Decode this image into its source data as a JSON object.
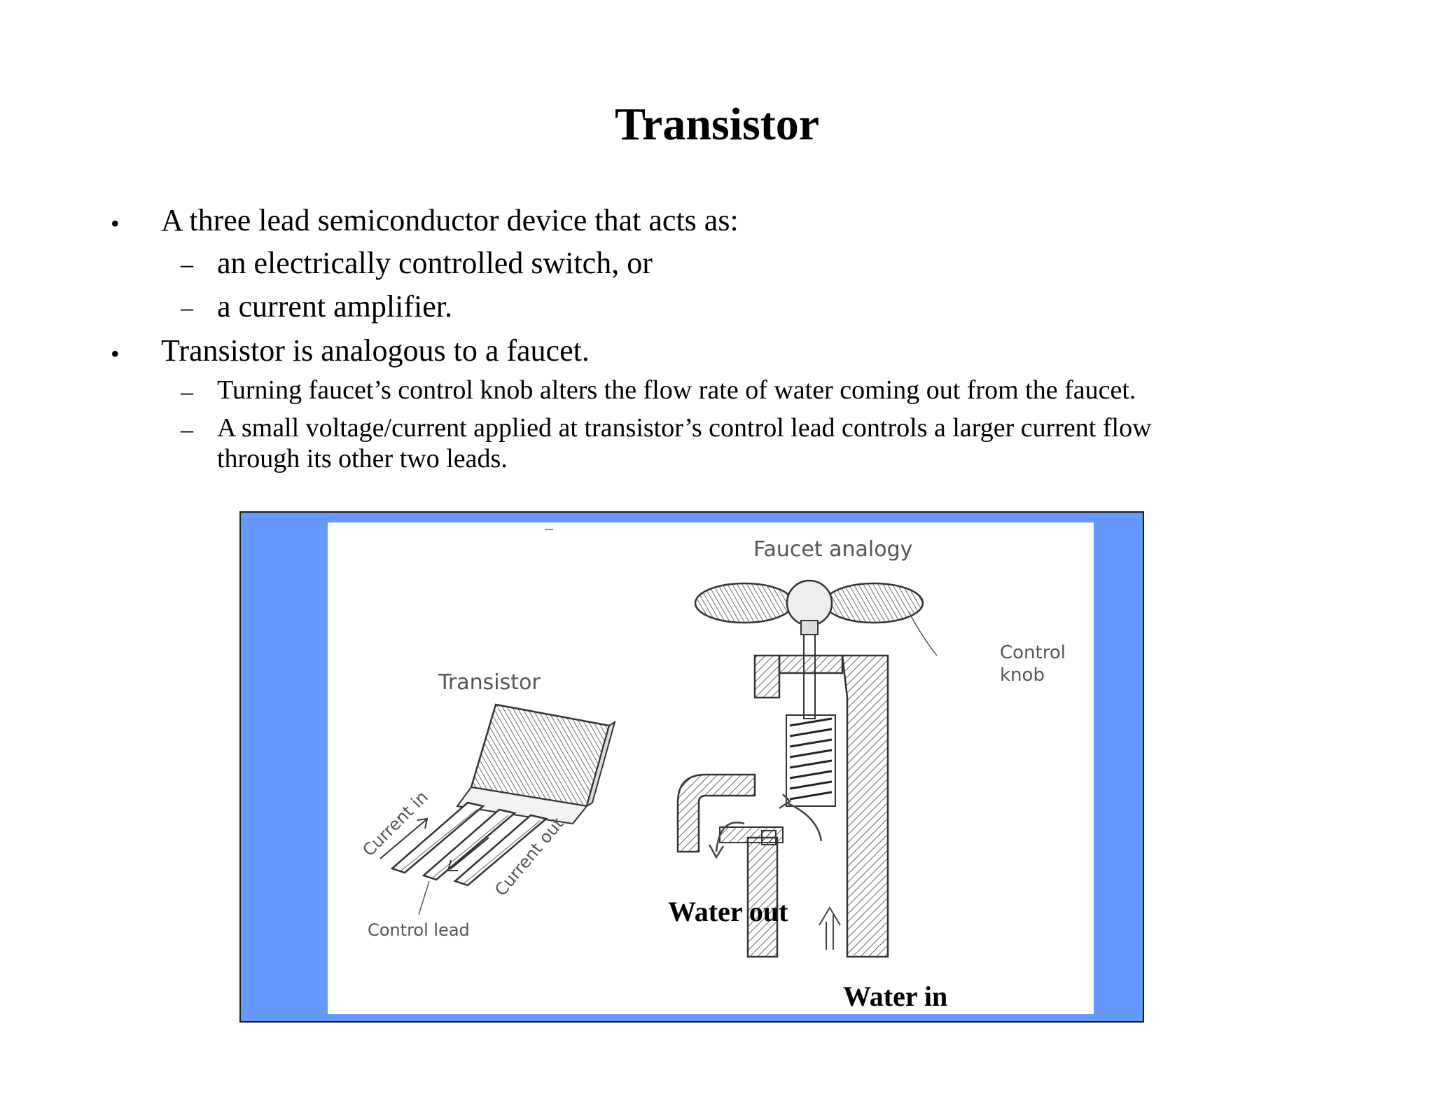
{
  "slide": {
    "title": "Transistor",
    "bullets": [
      {
        "text": "A three lead semiconductor device that acts as:",
        "sub": [
          "an electrically controlled switch, or",
          "a current amplifier."
        ]
      },
      {
        "text": "Transistor is analogous to a faucet.",
        "sub": [
          "Turning faucet’s control knob alters the flow rate of water coming out from the faucet.",
          "A small voltage/current applied at transistor’s control lead controls a larger current flow",
          "through its other two leads."
        ]
      }
    ],
    "bullet_symbol": "•",
    "dash_symbol": "–"
  },
  "figure": {
    "frame_color": "#6699ff",
    "labels": {
      "transistor": "Transistor",
      "faucet_analogy": "Faucet analogy",
      "control_knob_1": "Control",
      "control_knob_2": "knob",
      "current_in": "Current in",
      "current_out": "Current out",
      "control_lead": "Control lead",
      "water_out": "Water out",
      "water_in": "Water in"
    }
  }
}
